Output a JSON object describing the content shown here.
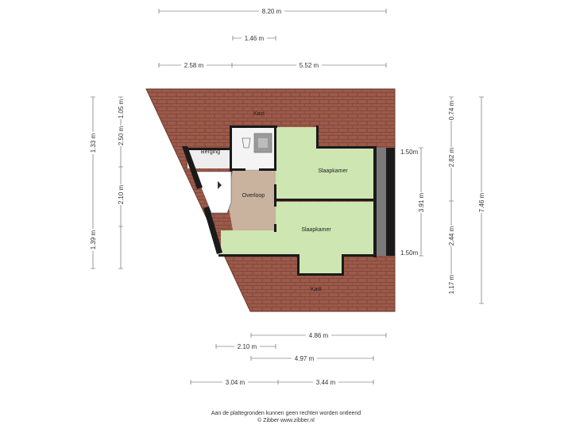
{
  "rooms": {
    "kast_top": "Kast",
    "kast_bottom": "Kast",
    "berging": "Berging",
    "slaapkamer_1": "Slaapkamer",
    "slaapkamer_2": "Slaapkamer",
    "overloop": "Overloop"
  },
  "dimensions": {
    "top_total": "8.20 m",
    "top_small": "1.46 m",
    "top_left": "2.58 m",
    "top_right": "5.52 m",
    "left_outer_top": "1.33 m",
    "left_outer_bottom": "1.39 m",
    "left_inner_1": "1.05 m",
    "left_inner_2": "2.50 m",
    "left_inner_3": "2.10 m",
    "right_a": "0.74 m",
    "right_b": "2.82 m",
    "right_c": "2.44 m",
    "right_d": "1.17 m",
    "right_total": "7.46 m",
    "right_inner": "3.91 m",
    "window_top": "1.50m",
    "window_bottom": "1.50m",
    "bottom_1": "4.86 m",
    "bottom_2": "2.10 m",
    "bottom_3": "4.97 m",
    "bottom_left": "3.04 m",
    "bottom_right": "3.44 m"
  },
  "colors": {
    "roof": "#9b5a4a",
    "bedroom": "#cde6b2",
    "landing": "#c9b29e",
    "storage": "#eeeeee",
    "wall": "#1a1a1a"
  },
  "footer": {
    "line1": "Aan de plattegronden kunnen geen rechten worden ontleend",
    "line2": "© Zibber www.zibber.nl"
  }
}
